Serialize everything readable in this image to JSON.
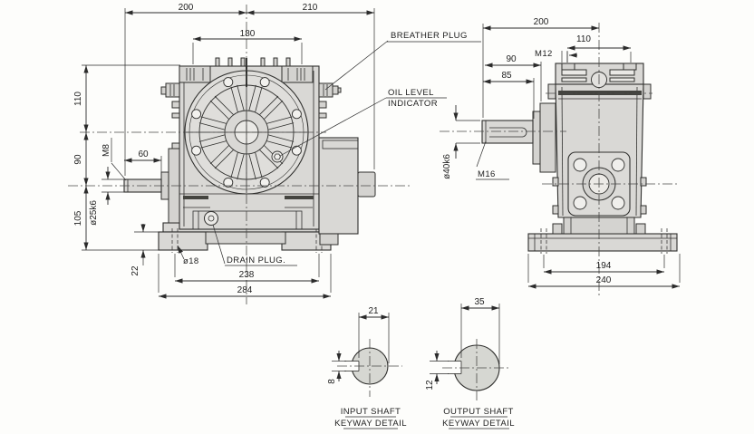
{
  "front_view": {
    "dims": {
      "overall_left": "200",
      "overall_right": "210",
      "cover_width": "180",
      "height_top": "110",
      "height_mid": "90",
      "height_bottom": "105",
      "input_thread": "M8",
      "input_shaft_length": "60",
      "input_shaft_dia": "ø25k6",
      "foot_height": "22",
      "foot_hole_dia": "ø18",
      "bolt_span": "238",
      "base_width": "284"
    },
    "callouts": {
      "breather": "BREATHER PLUG",
      "oil_level_line1": "OIL LEVEL",
      "oil_level_line2": "INDICATOR",
      "drain": "DRAIN PLUG."
    }
  },
  "side_view": {
    "dims": {
      "overall": "200",
      "top_hole_span": "110",
      "top_hole_thread": "M12",
      "shaft_length_outer": "90",
      "shaft_length": "85",
      "output_shaft_dia": "ø40k6",
      "output_thread": "M16",
      "foot_hole_span": "194",
      "base_width": "240"
    }
  },
  "input_keyway": {
    "across_flat": "21",
    "key_width": "8",
    "label_line1": "INPUT SHAFT",
    "label_line2": "KEYWAY DETAIL"
  },
  "output_keyway": {
    "across_flat": "35",
    "key_width": "12",
    "label_line1": "OUTPUT SHAFT",
    "label_line2": "KEYWAY DETAIL"
  },
  "colors": {
    "line": "#2f2f2d",
    "body_fill": "#d9d8d5",
    "background": "#fdfdfb"
  }
}
